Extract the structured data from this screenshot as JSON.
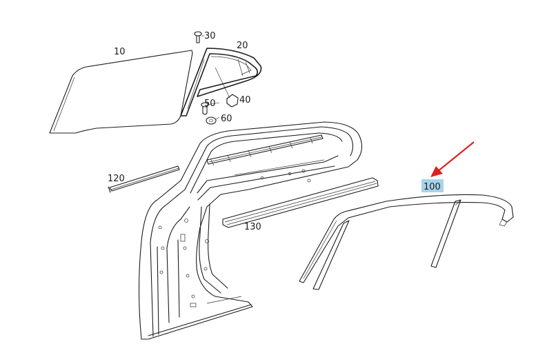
{
  "labels": {
    "p10": "10",
    "p20": "20",
    "p30": "30",
    "p40": "40",
    "p50": "50",
    "p60": "60",
    "p100": "100",
    "p120": "120",
    "p130": "130"
  },
  "highlight": {
    "part": "100",
    "color": "#a7d3ea",
    "arrow_color": "#e02020"
  }
}
